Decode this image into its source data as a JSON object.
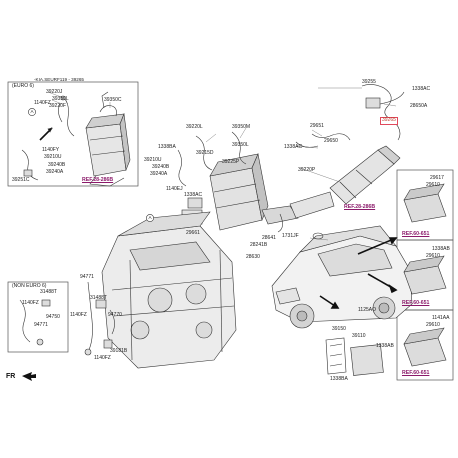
{
  "boxes": {
    "euro6_label": "(EURO 6)",
    "euro6_subtitle": "-KIA.SEURF119 - 39265",
    "noneuro6_label": "(NON EURO 6)"
  },
  "labels": {
    "l39220J": "39220J",
    "l39350L_a": "39350L",
    "l39220F": "39220F",
    "l1140FZ_a": "1140FZ",
    "l39350C": "39350C",
    "l1140FY": "1140FY",
    "l39210U_a": "39210U",
    "l39240B_a": "39240B",
    "l39240A_a": "39240A",
    "l39251C": "39251C",
    "l39255": "39255",
    "l1338AC_a": "1338AC",
    "l28650A": "28650A",
    "l39265": "39265",
    "l29651": "29651",
    "l29650": "29650",
    "l1338AC_b": "1338AC",
    "l39220L": "39220L",
    "l39350M": "39350M",
    "l1338BA": "1338BA",
    "l39215D": "39215D",
    "l39210U_b": "39210U",
    "l39240B_b": "39240B",
    "l39240A_b": "39240A",
    "l39350L_b": "39350L",
    "l39220P": "39220P",
    "l1140EJ": "1140EJ",
    "l1338AC_c": "1338AC",
    "l39225P": "39225P",
    "l29661": "29661",
    "l28641": "28641",
    "l28241B": "28241B",
    "l28630": "28630",
    "l1731JF": "1731JF",
    "l29617_a": "29617",
    "l29610_a": "29610",
    "l1338AB": "1338AB",
    "l29610_b": "29610",
    "l1141AA": "1141AA",
    "l29610_c": "29610",
    "l31488T": "31488T",
    "l1140FZ_b": "1140FZ",
    "l94750": "94750",
    "l94771_a": "94771",
    "l94771_b": "94771",
    "l31488T_b": "31488T",
    "l1140FZ_c": "1140FZ",
    "l94770": "94770",
    "l39181B": "39181B",
    "l1140FZ_d": "1140FZ",
    "l1125AO": "1125AO",
    "l39150": "39150",
    "l39110": "39110",
    "l1338BA_b": "1338BA",
    "l1338AB_b": "1338AB"
  },
  "refs": {
    "r28286B_a": "REF.28-286B",
    "r28286B_b": "REF.28-286B",
    "r60651_a": "REF.60-651",
    "r60651_b": "REF.60-651",
    "r60651_c": "REF.60-651"
  },
  "callouts": {
    "a1": "A",
    "a2": "A"
  },
  "direction": "FR"
}
